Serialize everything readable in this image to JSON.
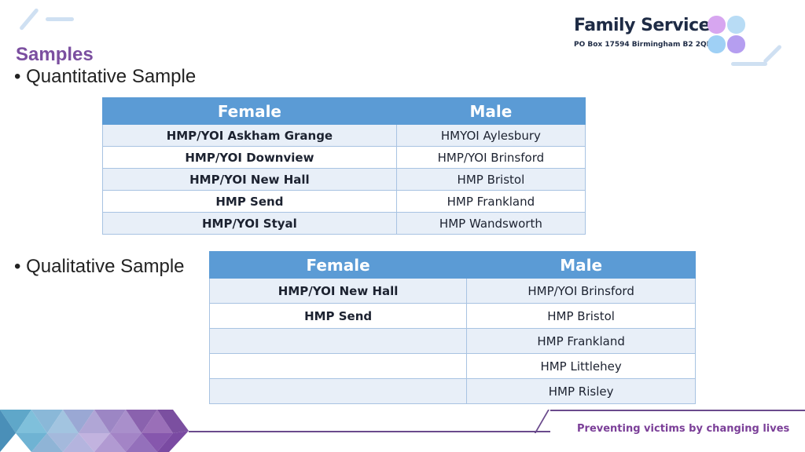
{
  "header": {
    "title": "Samples",
    "quantitative_label": "Quantitative Sample",
    "qualitative_label": "Qualitative Sample"
  },
  "logo": {
    "name": "Family Services",
    "address": "PO Box 17594  Birmingham  B2 2QP"
  },
  "quantitative_table": {
    "headers": [
      "Female",
      "Male"
    ],
    "rows": [
      [
        "HMP/YOI Askham Grange",
        "HMYOI Aylesbury"
      ],
      [
        "HMP/YOI Downview",
        "HMP/YOI Brinsford"
      ],
      [
        "HMP/YOI New Hall",
        "HMP Bristol"
      ],
      [
        "HMP Send",
        "HMP Frankland"
      ],
      [
        "HMP/YOI Styal",
        "HMP Wandsworth"
      ]
    ]
  },
  "qualitative_table": {
    "headers": [
      "Female",
      "Male"
    ],
    "rows": [
      [
        "HMP/YOI New Hall",
        "HMP/YOI Brinsford"
      ],
      [
        "HMP Send",
        "HMP Bristol"
      ],
      [
        "",
        "HMP Frankland"
      ],
      [
        "",
        "HMP Littlehey"
      ],
      [
        "",
        "HMP Risley"
      ]
    ]
  },
  "footer": {
    "tagline": "Preventing victims by changing lives"
  },
  "colors": {
    "accent_purple": "#7b4fa0",
    "table_header": "#5b9bd5",
    "table_row_alt": "#e8eff8"
  }
}
